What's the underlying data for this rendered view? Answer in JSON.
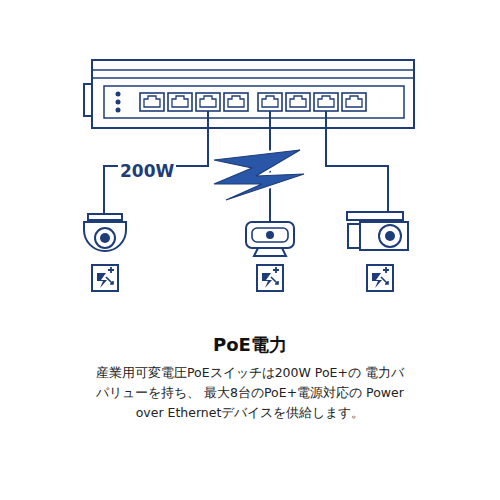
{
  "diagram": {
    "title": "PoE電力",
    "caption": "産業用可変電圧PoEスイッチは200W PoE+の 電力バパリューを持ち、 最大8台のPoE+電源対応の Power over Ethernetデバイスを供給します。",
    "labels": [
      "200W"
    ]
  }
}
